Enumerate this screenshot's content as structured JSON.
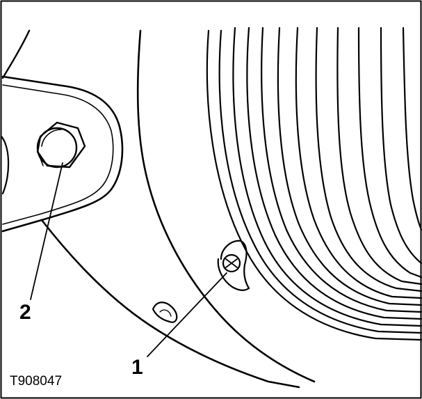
{
  "figure": {
    "code": "T908047",
    "callouts": [
      {
        "label": "1"
      },
      {
        "label": "2"
      }
    ]
  }
}
